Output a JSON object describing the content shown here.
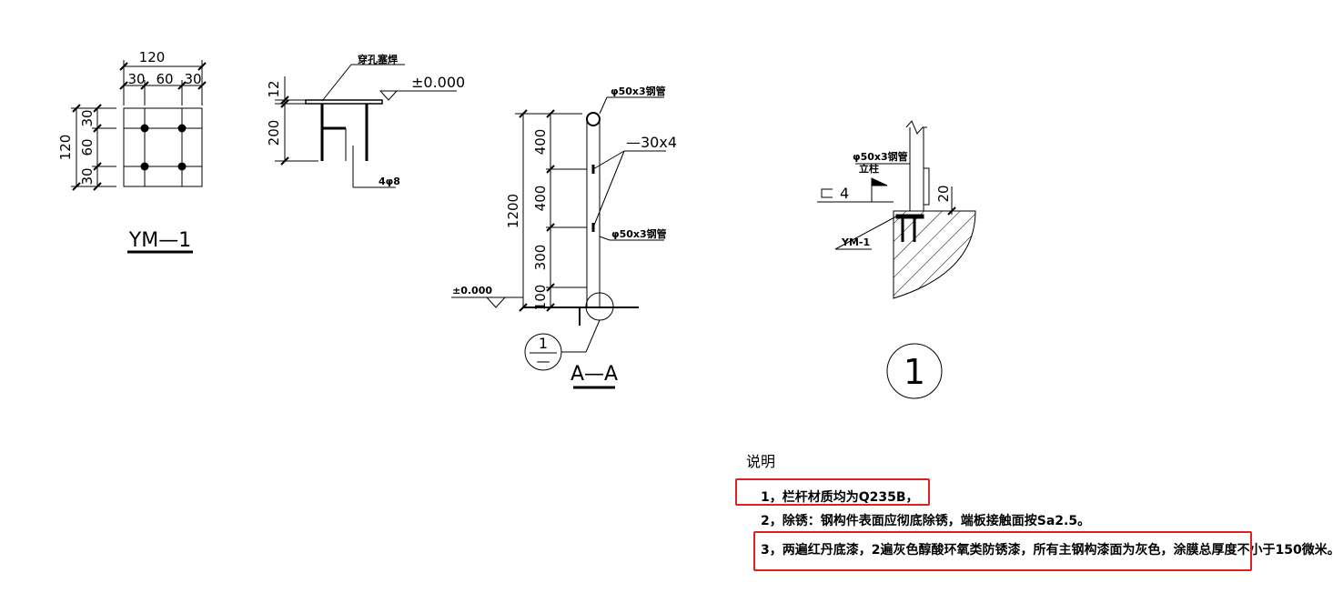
{
  "ym1_plate": {
    "dim_total_top": "120",
    "dim_top_a": "30",
    "dim_top_b": "60",
    "dim_top_c": "30",
    "dim_total_left": "120",
    "dim_left_a": "30",
    "dim_left_b": "60",
    "dim_left_c": "30",
    "label": "YM—1"
  },
  "ym1_section": {
    "weld_label": "穿孔塞焊",
    "elevation": "±0.000",
    "dim_thickness": "12",
    "dim_depth": "200",
    "rebar_label": "4φ8"
  },
  "section_aa": {
    "top_pipe": "φ50x3钢管",
    "flat_bar": "—30x4",
    "mid_pipe": "φ50x3钢管",
    "dim_total": "1200",
    "dim_a": "400",
    "dim_b": "400",
    "dim_c": "300",
    "dim_d": "100",
    "elevation": "±0.000",
    "callout_num": "1",
    "callout_sub": "—",
    "label": "A—A"
  },
  "detail_1": {
    "post_label_1": "φ50x3钢管",
    "post_label_2": "立柱",
    "weld_symbol": "4",
    "dim_gap": "20",
    "embed_label": "YM-1",
    "detail_num": "1"
  },
  "notes": {
    "heading": "说明",
    "line1": "1，栏杆材质均为Q235B，",
    "line2": "2，除锈：钢构件表面应彻底除锈，端板接触面按Sa2.5。",
    "line3": "3，两遍红丹底漆，2遍灰色醇酸环氧类防锈漆，所有主钢构漆面为灰色，涂膜总厚度不小于150微米。",
    "highlight_color": "#e02020"
  }
}
